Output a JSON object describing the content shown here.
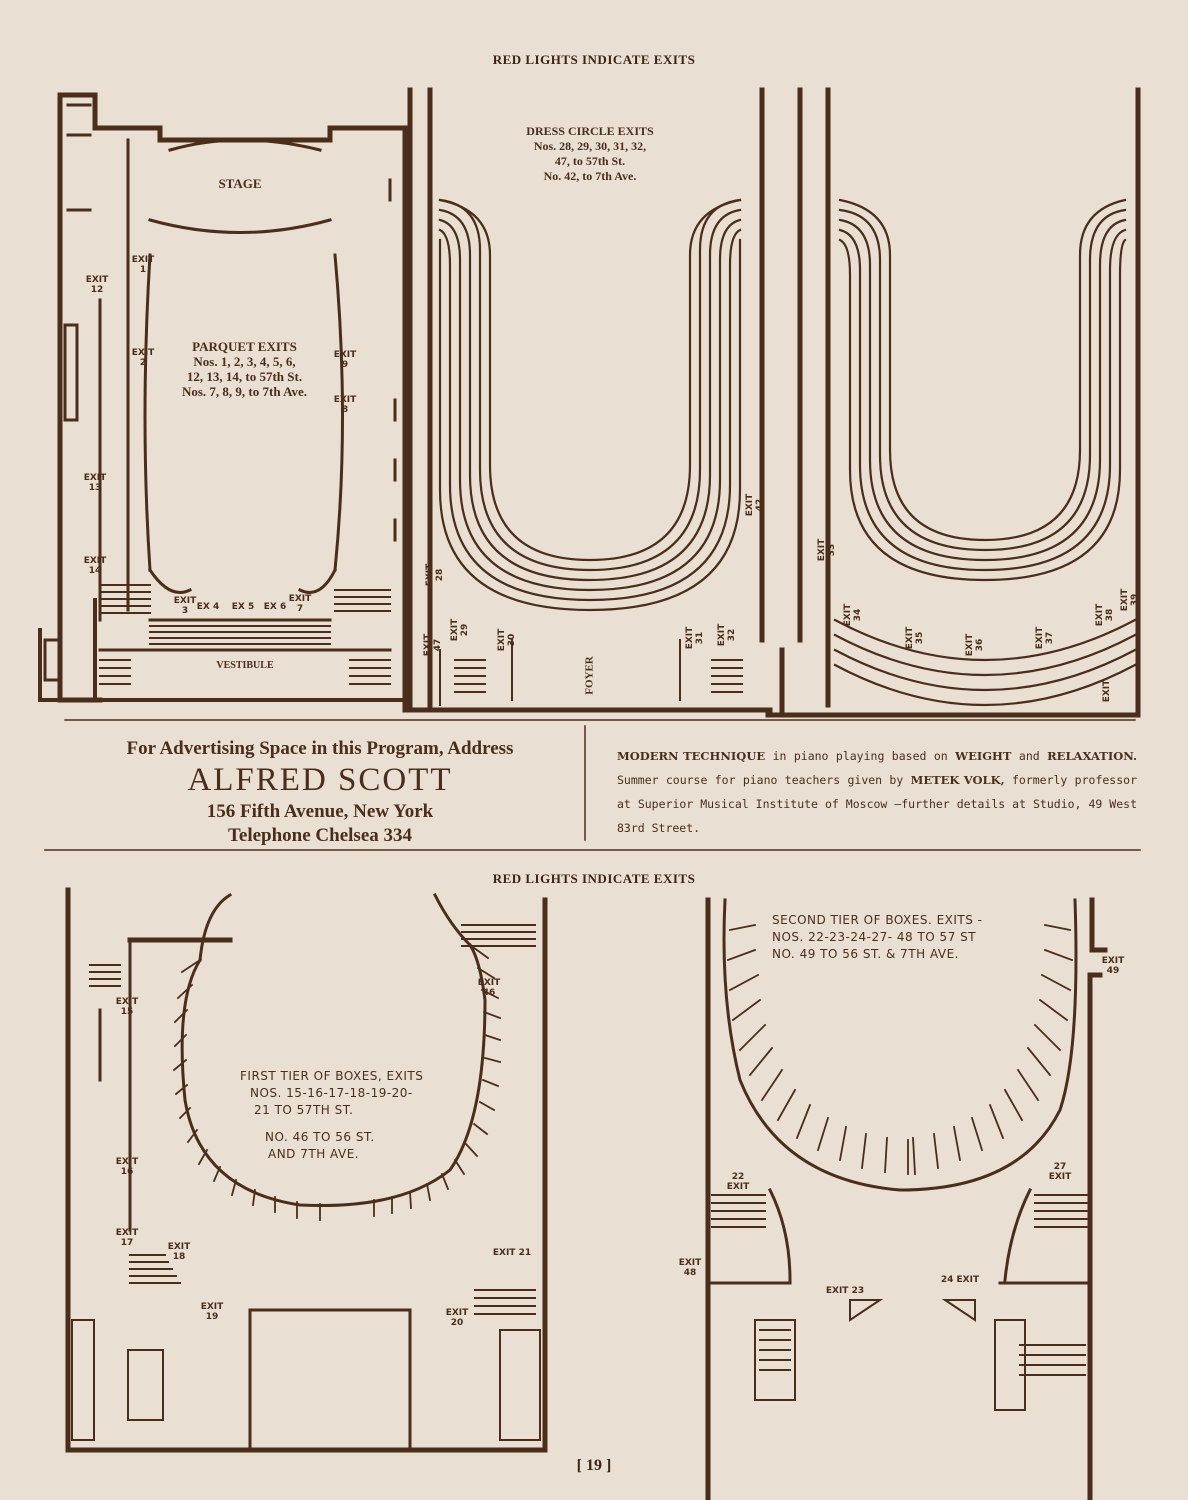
{
  "header_top": "RED LIGHTS INDICATE EXITS",
  "header_middle": "RED LIGHTS INDICATE EXITS",
  "parquet": {
    "stage": "STAGE",
    "vestibule": "VESTIBULE",
    "title": "PARQUET EXITS",
    "lines": [
      "Nos. 1, 2, 3, 4, 5, 6,",
      "12, 13, 14, to 57th St.",
      "Nos. 7, 8, 9, to 7th Ave."
    ],
    "exits": [
      "EXIT 1",
      "EXIT 2",
      "EXIT 9",
      "EXIT 8",
      "EXIT 12",
      "EXIT 13",
      "EXIT 14",
      "EXIT 3",
      "EX 4",
      "EX 5",
      "EX 6",
      "EXIT 7"
    ]
  },
  "dress_circle": {
    "title": "DRESS CIRCLE EXITS",
    "lines": [
      "Nos. 28, 29, 30, 31, 32,",
      "47, to 57th St.",
      "No. 42, to 7th Ave."
    ],
    "foyer": "FOYER",
    "exits": [
      "EXIT 28",
      "EXIT 47",
      "EXIT 29",
      "EXIT 30",
      "EXIT 31",
      "EXIT 32",
      "EXIT 42"
    ]
  },
  "balcony": {
    "exits": [
      "EXIT 33",
      "EXIT 34",
      "EXIT 35",
      "EXIT 36",
      "EXIT 37",
      "EXIT 38",
      "EXIT 39",
      "EXIT"
    ]
  },
  "ad_left": {
    "line1": "For Advertising Space in this Program, Address",
    "name": "ALFRED SCOTT",
    "address": "156 Fifth Avenue, New York",
    "phone": "Telephone Chelsea 334"
  },
  "ad_right": {
    "b1": "MODERN TECHNIQUE",
    "t1": " in piano playing based on ",
    "b2": "WEIGHT",
    "t2": " and ",
    "b3": "RELAXATION.",
    "t3": " Summer course for piano teachers given by ",
    "b4": "METEK VOLK,",
    "t4": " formerly professor at Superior Musical Institute of Moscow —further details at Studio, 49 West 83rd Street."
  },
  "first_tier": {
    "lines": [
      "FIRST TIER OF BOXES, EXITS",
      "NOS. 15-16-17-18-19-20-",
      "21 TO 57TH ST."
    ],
    "lines2": [
      "NO. 46 TO 56 ST.",
      "AND 7TH AVE."
    ],
    "exits": [
      "EXIT 15",
      "EXIT 16",
      "EXIT 17",
      "EXIT 18",
      "EXIT 19",
      "EXIT 20",
      "EXIT 21",
      "EXIT 46"
    ]
  },
  "second_tier": {
    "lines": [
      "SECOND TIER OF BOXES. EXITS -",
      "NOS. 22-23-24-27- 48 TO 57 ST",
      "NO. 49 TO 56 ST. & 7TH AVE."
    ],
    "exits": [
      "22 EXIT",
      "27 EXIT",
      "EXIT 48",
      "EXIT 49",
      "EXIT 23",
      "24 EXIT"
    ]
  },
  "page_number": "[ 19 ]"
}
